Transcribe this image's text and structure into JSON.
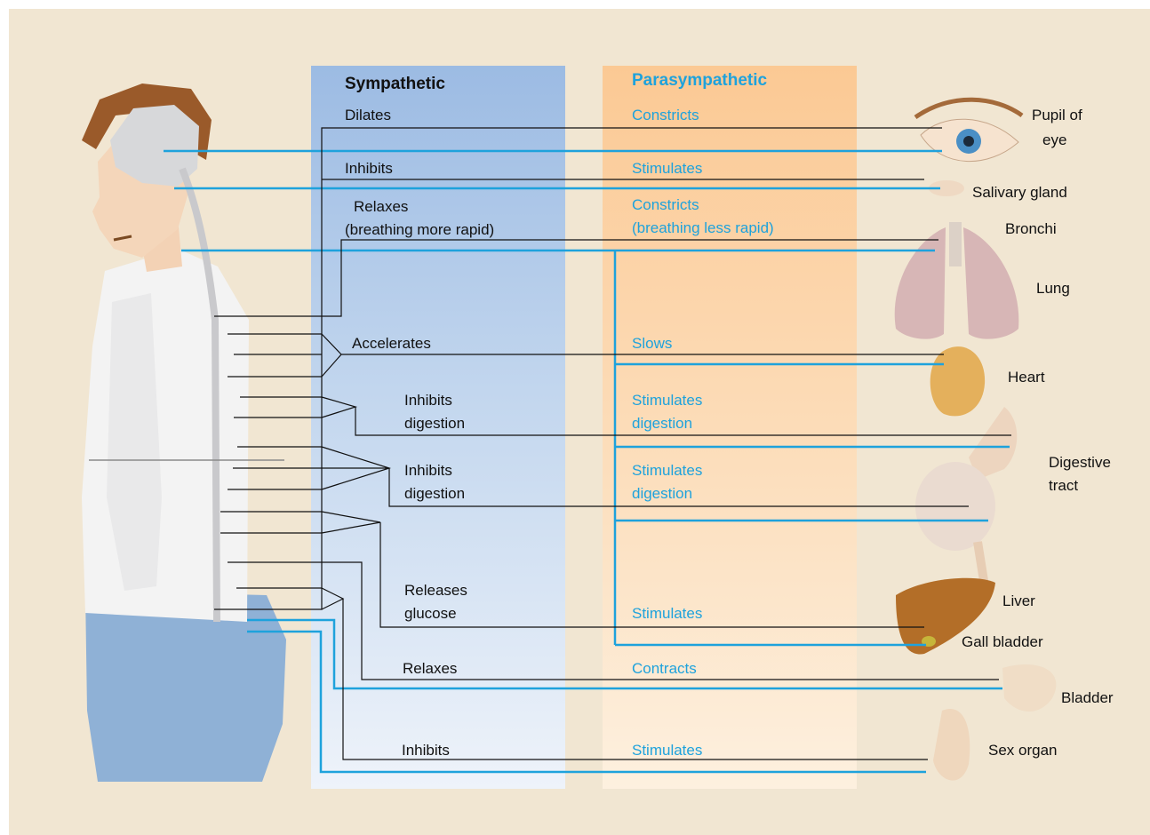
{
  "headers": {
    "sympathetic": "Sympathetic",
    "parasympathetic": "Parasympathetic"
  },
  "sympathetic_effects": {
    "eye": "Dilates",
    "salivary": "Inhibits",
    "bronchi_1": "Relaxes",
    "bronchi_2": "(breathing more rapid)",
    "heart": "Accelerates",
    "stomach_1": "Inhibits",
    "stomach_2": "digestion",
    "intestine_1": "Inhibits",
    "intestine_2": "digestion",
    "liver_1": "Releases",
    "liver_2": "glucose",
    "bladder": "Relaxes",
    "sex": "Inhibits"
  },
  "parasympathetic_effects": {
    "eye": "Constricts",
    "salivary": "Stimulates",
    "bronchi_1": "Constricts",
    "bronchi_2": "(breathing less rapid)",
    "heart": "Slows",
    "stomach_1": "Stimulates",
    "stomach_2": "digestion",
    "intestine_1": "Stimulates",
    "intestine_2": "digestion",
    "gallbladder": "Stimulates",
    "bladder": "Contracts",
    "sex": "Stimulates"
  },
  "organs": {
    "pupil_1": "Pupil of",
    "pupil_2": "eye",
    "salivary": "Salivary gland",
    "bronchi": "Bronchi",
    "lung": "Lung",
    "heart": "Heart",
    "digestive_1": "Digestive",
    "digestive_2": "tract",
    "liver": "Liver",
    "gallbladder": "Gall bladder",
    "bladder": "Bladder",
    "sex": "Sex organ"
  },
  "colors": {
    "background": "#f1e6d2",
    "sympathetic_column": "#9cbbe3",
    "parasympathetic_column": "#fbc994",
    "parasympathetic_text": "#1ea2dc",
    "nerve_line_blue": "#1ea2dc",
    "nerve_line_black": "#111111"
  }
}
